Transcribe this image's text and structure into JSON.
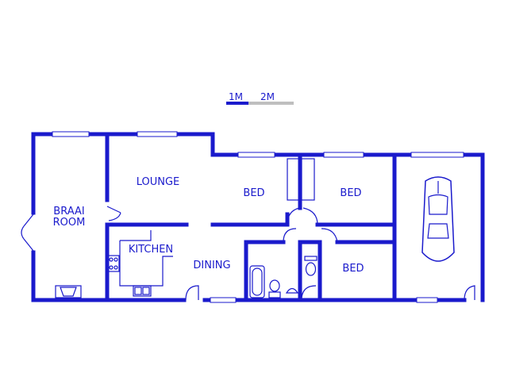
{
  "colors": {
    "wall": "#1a1acc",
    "fixture": "#1a1acc",
    "scale_light": "#bfbfbf",
    "background": "#ffffff"
  },
  "scale_bar": {
    "label_1": "1M",
    "label_2": "2M"
  },
  "rooms": {
    "braai": {
      "line1": "BRAAI",
      "line2": "ROOM"
    },
    "lounge": "LOUNGE",
    "bed_1": "BED",
    "bed_2": "BED",
    "bed_3": "BED",
    "kitchen": "KITCHEN",
    "dining": "DINING"
  },
  "icons": [
    "car-icon",
    "bathtub-icon",
    "toilet-icon",
    "basin-icon",
    "stove-icon",
    "sink-icon",
    "fireplace-icon"
  ]
}
